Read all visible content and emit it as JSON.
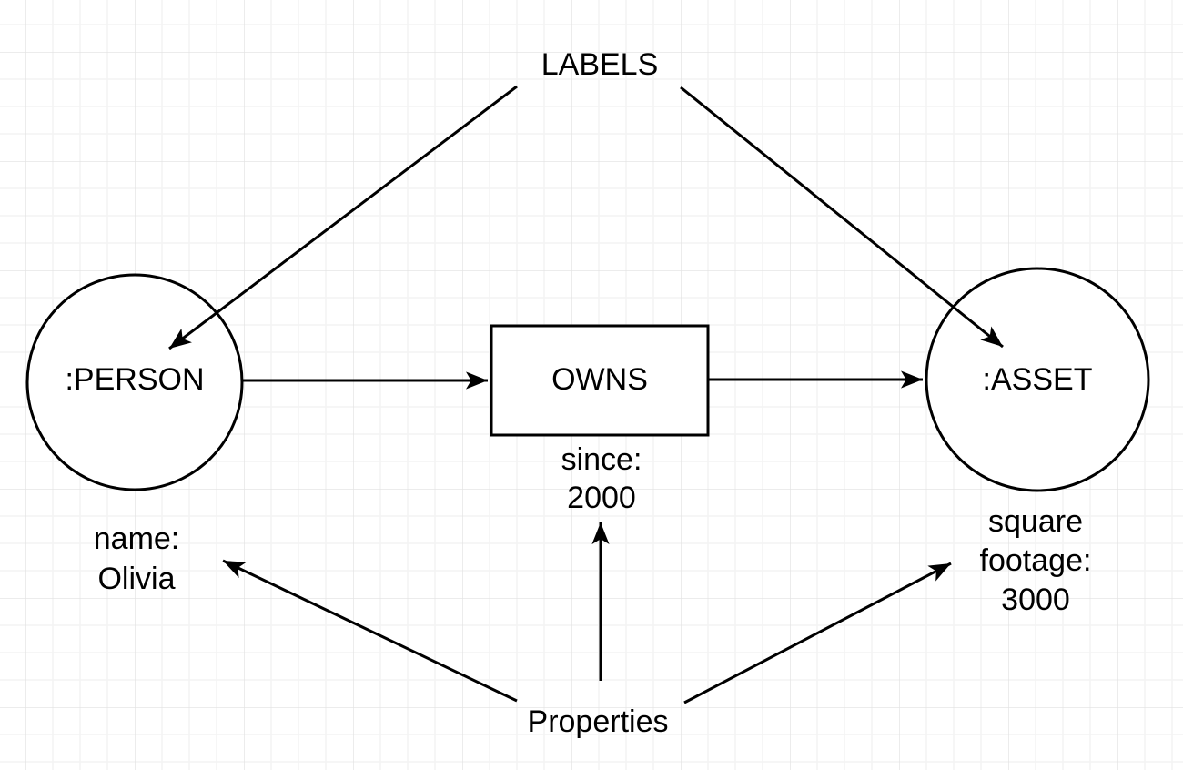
{
  "diagram": {
    "annotations": {
      "labels": "LABELS",
      "properties": "Properties"
    },
    "nodes": [
      {
        "id": "person",
        "shape": "circle",
        "label": ":PERSON"
      },
      {
        "id": "asset",
        "shape": "circle",
        "label": ":ASSET"
      }
    ],
    "relationship": {
      "id": "owns",
      "shape": "rectangle",
      "label": "OWNS"
    },
    "node_properties": {
      "person": {
        "lines": [
          "name:",
          "Olivia"
        ]
      },
      "owns": {
        "lines": [
          "since:",
          "2000"
        ]
      },
      "asset": {
        "lines": [
          "square",
          "footage:",
          "3000"
        ]
      }
    },
    "colors": {
      "stroke": "#000000",
      "text": "#000000",
      "shape_fill": "#ffffff",
      "background": "#ffffff",
      "grid_minor": "#f3f3f3",
      "grid_major": "#e5e5e5"
    }
  }
}
